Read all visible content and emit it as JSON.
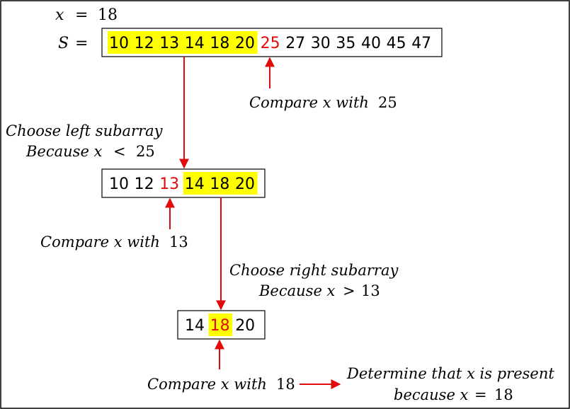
{
  "x_line": {
    "var": "x",
    "eq": "=",
    "value": "18"
  },
  "s_line": {
    "var": "S",
    "eq": "="
  },
  "array_full": {
    "items": [
      "10",
      "12",
      "13",
      "14",
      "18",
      "20",
      "25",
      "27",
      "30",
      "35",
      "40",
      "45",
      "47"
    ],
    "highlight": [
      true,
      true,
      true,
      true,
      true,
      true,
      false,
      false,
      false,
      false,
      false,
      false,
      false
    ],
    "red": [
      false,
      false,
      false,
      false,
      false,
      false,
      true,
      false,
      false,
      false,
      false,
      false,
      false
    ]
  },
  "array_left": {
    "items": [
      "10",
      "12",
      "13",
      "14",
      "18",
      "20"
    ],
    "highlight": [
      false,
      false,
      false,
      true,
      true,
      true
    ],
    "red": [
      false,
      false,
      true,
      false,
      false,
      false
    ]
  },
  "array_final": {
    "items": [
      "14",
      "18",
      "20"
    ],
    "highlight": [
      false,
      true,
      false
    ],
    "red": [
      false,
      true,
      false
    ]
  },
  "labels": {
    "compare_25": {
      "prefix": "Compare x with",
      "num": "25"
    },
    "choose_left": {
      "line1": "Choose left subarray",
      "line2_prefix": "Because x",
      "line2_op": "<",
      "line2_num": "25"
    },
    "compare_13": {
      "prefix": "Compare x with",
      "num": "13"
    },
    "choose_right": {
      "line1": "Choose right subarray",
      "line2_prefix": "Because x",
      "line2_op": ">",
      "line2_num": "13"
    },
    "compare_18": {
      "prefix": "Compare x with",
      "num": "18"
    },
    "determine": {
      "line1": "Determine that x is present",
      "line2_prefix": "because x",
      "line2_op": "=",
      "line2_num": "18"
    }
  },
  "colors": {
    "highlight": "#ffff00",
    "accent_red": "#e10b0b",
    "border": "#000000"
  }
}
